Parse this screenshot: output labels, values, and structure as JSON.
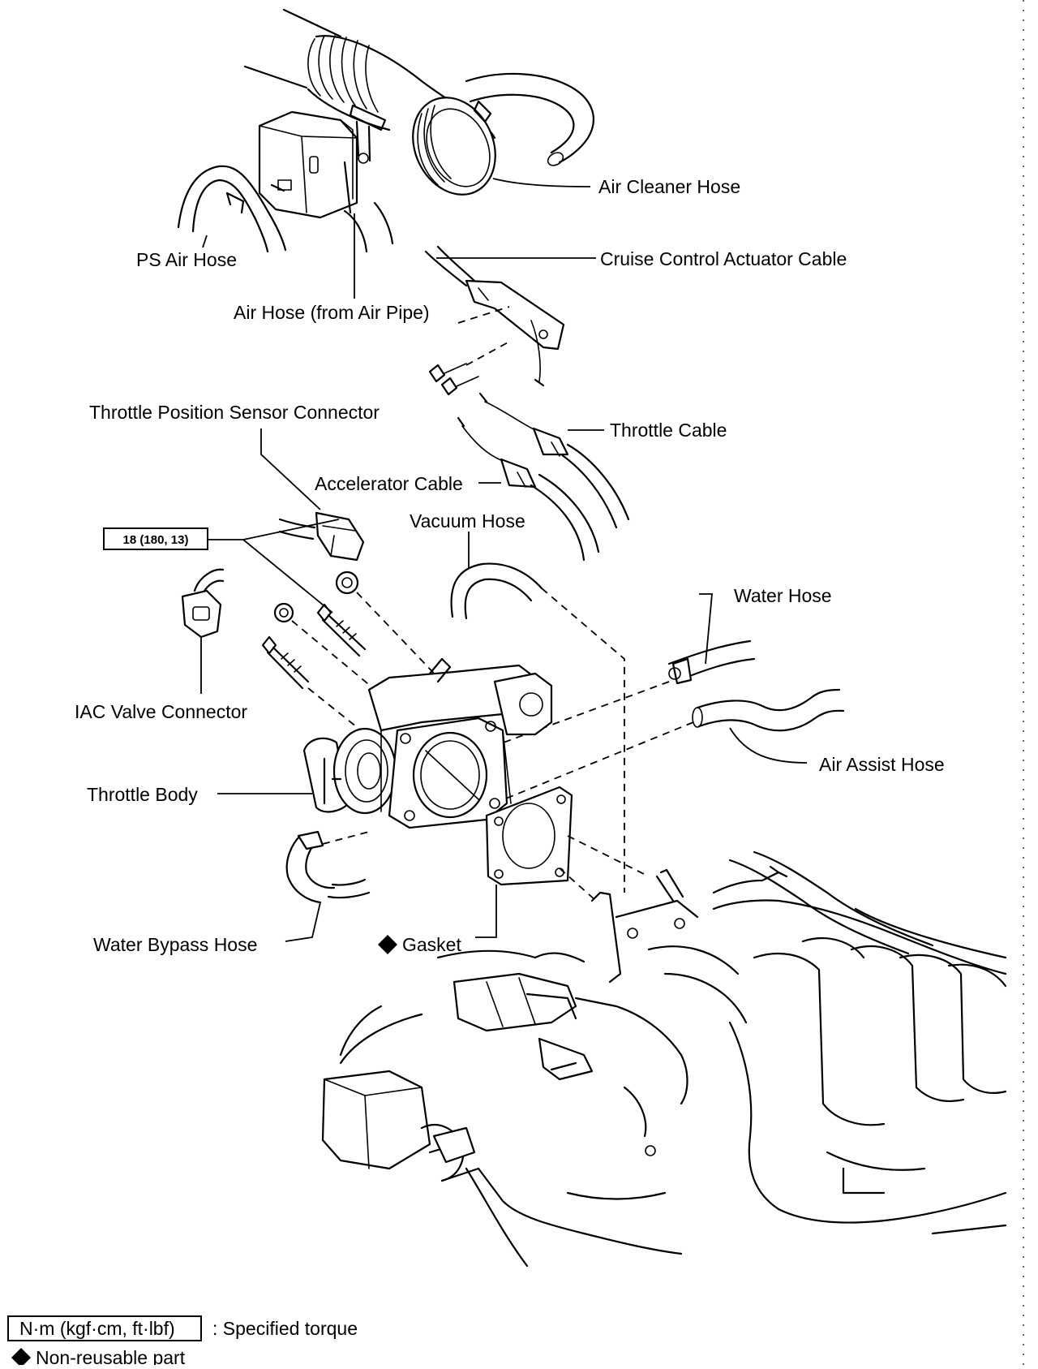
{
  "labels": {
    "air_cleaner_hose": "Air Cleaner Hose",
    "ps_air_hose": "PS Air Hose",
    "cruise_control_actuator_cable": "Cruise Control Actuator Cable",
    "air_hose_from_air_pipe": "Air  Hose (from Air Pipe)",
    "throttle_position_sensor_connector": "Throttle Position Sensor Connector",
    "throttle_cable": "Throttle Cable",
    "accelerator_cable": "Accelerator Cable",
    "vacuum_hose": "Vacuum Hose",
    "torque_spec": "18 (180, 13)",
    "water_hose": "Water Hose",
    "iac_valve_connector": "IAC Valve Connector",
    "air_assist_hose": "Air Assist Hose",
    "throttle_body": "Throttle Body",
    "water_bypass_hose": "Water Bypass Hose",
    "gasket": "Gasket"
  },
  "legend": {
    "torque_box": "N·m (kgf·cm, ft·lbf)",
    "torque_text": ": Specified torque",
    "non_reusable_text": "Non-reusable part"
  },
  "icons": {
    "non_reusable": "diamond-icon"
  }
}
